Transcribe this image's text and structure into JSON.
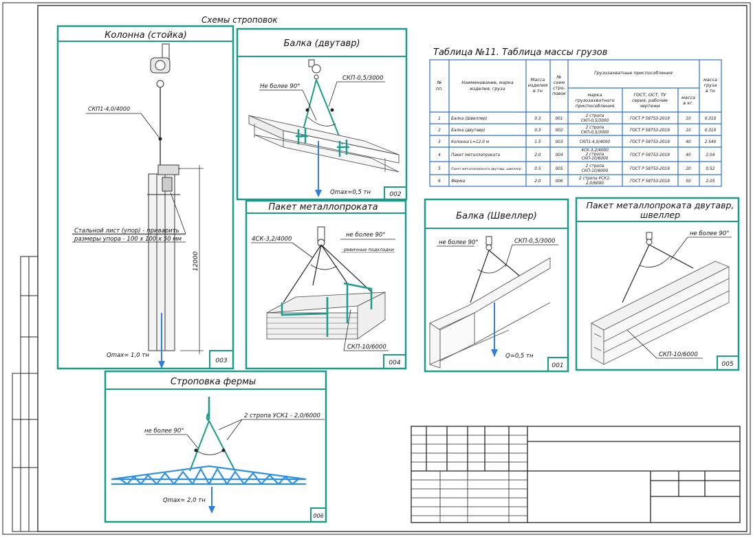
{
  "sheet_title": "Схемы строповок",
  "panels": {
    "column": {
      "title": "Колонна (стойка)",
      "sling": "СКП1-4,0/4000",
      "note_line1": "Стальной лист (упор) - приварить",
      "note_line2": "размеры упора - 100 х 100 х 50 мм",
      "height": "12000",
      "qmax": "Qmax= 1,0 тн",
      "num": "003"
    },
    "beam_i": {
      "title": "Балка (двутавр)",
      "sling": "СКП-0,5/3000",
      "angle": "Не более 90°",
      "qmax": "Qmax=0,5 тн",
      "num": "002"
    },
    "pack": {
      "title": "Пакет металлопроката",
      "sling1": "4СК-3,2/4000",
      "angle": "не более 90°",
      "pads": "ревичные подкладки",
      "sling2": "СКП-10/6000",
      "num": "004"
    },
    "channel": {
      "title": "Балка (Швеллер)",
      "angle": "не более 90°",
      "sling": "СКП-0,5/3000",
      "qmax": "Q=0,5 тн",
      "num": "001"
    },
    "pack2": {
      "title_line1": "Пакет металлопроката двутавр,",
      "title_line2": "швеллер",
      "angle": "не более 90°",
      "sling": "СКП-10/6000",
      "num": "005"
    },
    "truss": {
      "title": "Строповка фермы",
      "angle": "не более 90°",
      "sling": "2 стропа УСК1 - 2,0/6000",
      "qmax": "Qmax= 2,0 тн",
      "num": "006"
    }
  },
  "table": {
    "title": "Таблица №11. Таблица массы грузов",
    "headers": {
      "num": [
        "№",
        "пп."
      ],
      "name": [
        "Наименование, марка",
        "изделия, груза"
      ],
      "mass": [
        "Масса",
        "изделия",
        "в тн"
      ],
      "scheme": [
        "№",
        "схем",
        "стро-",
        "повок"
      ],
      "group": "Грузозахватные приспособления",
      "mark": [
        "марка",
        "грузозахватного",
        "приспособления"
      ],
      "gost": [
        "ГОСТ, ОСТ, ТУ",
        "серия, рабочие",
        "чертежи"
      ],
      "wkg": [
        "масса",
        "в кг."
      ],
      "total": [
        "масса",
        "груза",
        "в тн"
      ]
    },
    "rows": [
      {
        "n": "1",
        "name": "Балка (Швеллер)",
        "mass": "0.3",
        "scheme": "001",
        "mark": [
          "2 стропа",
          "СКП-0,5/3000"
        ],
        "gost": "ГОСТ Р 58753-2019",
        "wkg": "10",
        "total": "0.310"
      },
      {
        "n": "2",
        "name": "Балка (двутавр)",
        "mass": "0.3",
        "scheme": "002",
        "mark": [
          "2 стропа",
          "СКП-0,5/3000"
        ],
        "gost": "ГОСТ Р 58753-2019",
        "wkg": "10",
        "total": "0.310"
      },
      {
        "n": "3",
        "name": "Колонна L=12.0 м",
        "mass": "1.5",
        "scheme": "003",
        "mark": [
          "СКП1-4,0/4000"
        ],
        "gost": "ГОСТ Р 58753-2019",
        "wkg": "40",
        "total": "2.540"
      },
      {
        "n": "4",
        "name": "Пакет металлопроката",
        "mass": "2.0",
        "scheme": "004",
        "mark": [
          "4СК-3,2/4000",
          "2 стропа",
          "СКП-10/6000"
        ],
        "gost": "ГОСТ Р 58753-2019",
        "wkg": "40",
        "total": "2.04"
      },
      {
        "n": "5",
        "name": "Пакет металлопроката двутавр, швеллер",
        "mass": "0.5",
        "scheme": "005",
        "mark": [
          "2 стропа",
          "СКП-10/6000"
        ],
        "gost": "ГОСТ Р 58753-2019",
        "wkg": "20",
        "total": "0.52"
      },
      {
        "n": "6",
        "name": "Ферма",
        "mass": "2.0",
        "scheme": "006",
        "mark": [
          "2 стропа УСК1-",
          "2,0/6000"
        ],
        "gost": "ГОСТ Р 58753-2019",
        "wkg": "50",
        "total": "2.05"
      }
    ]
  },
  "colors": {
    "frame": "#1a9a8a",
    "sling": "#1a9a8a",
    "table": "#2f6fc8",
    "arrow": "#2f7fd8",
    "truss": "#2f8fe0"
  }
}
